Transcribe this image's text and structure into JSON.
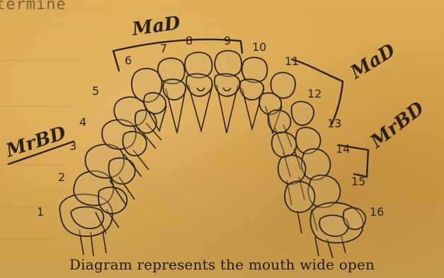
{
  "header": {
    "typed_text": "termine"
  },
  "tooth_numbers": [
    "1",
    "2",
    "3",
    "4",
    "5",
    "6",
    "7",
    "8",
    "9",
    "10",
    "11",
    "12",
    "13",
    "14",
    "15",
    "16"
  ],
  "annotations": {
    "top": "MaD",
    "upper_right": "MaD",
    "left": "MrBD",
    "lower_right": "MrBD"
  },
  "caption": "Diagram represents the mouth wide open",
  "colors": {
    "paper": "#d8a74f",
    "ink": "#2b2418",
    "hatch": "#2b2418"
  }
}
